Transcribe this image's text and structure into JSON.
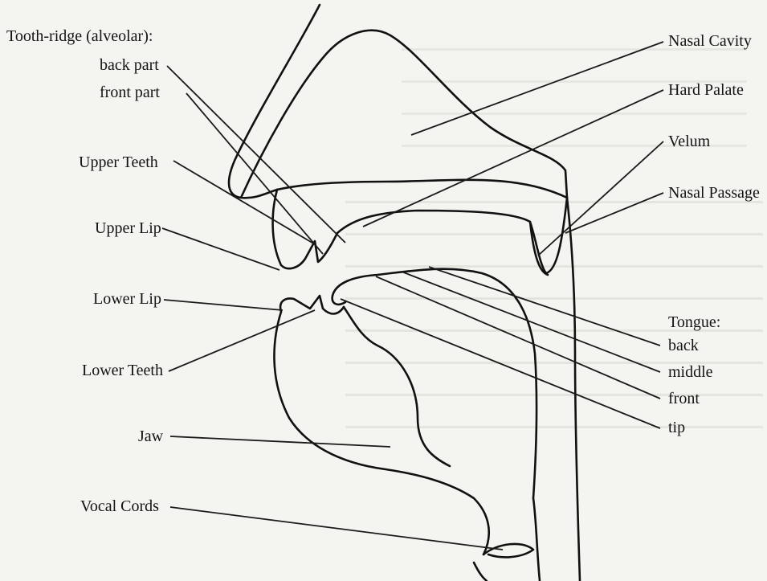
{
  "labels": {
    "tooth_ridge": "Tooth-ridge (alveolar):",
    "back_part": "back part",
    "front_part": "front part",
    "upper_teeth": "Upper Teeth",
    "upper_lip": "Upper Lip",
    "lower_lip": "Lower Lip",
    "lower_teeth": "Lower Teeth",
    "jaw": "Jaw",
    "vocal_cords": "Vocal Cords",
    "nasal_cavity": "Nasal Cavity",
    "hard_palate": "Hard Palate",
    "velum": "Velum",
    "nasal_passage": "Nasal Passage",
    "tongue": "Tongue:",
    "tongue_back": "back",
    "tongue_middle": "middle",
    "tongue_front": "front",
    "tongue_tip": "tip"
  }
}
